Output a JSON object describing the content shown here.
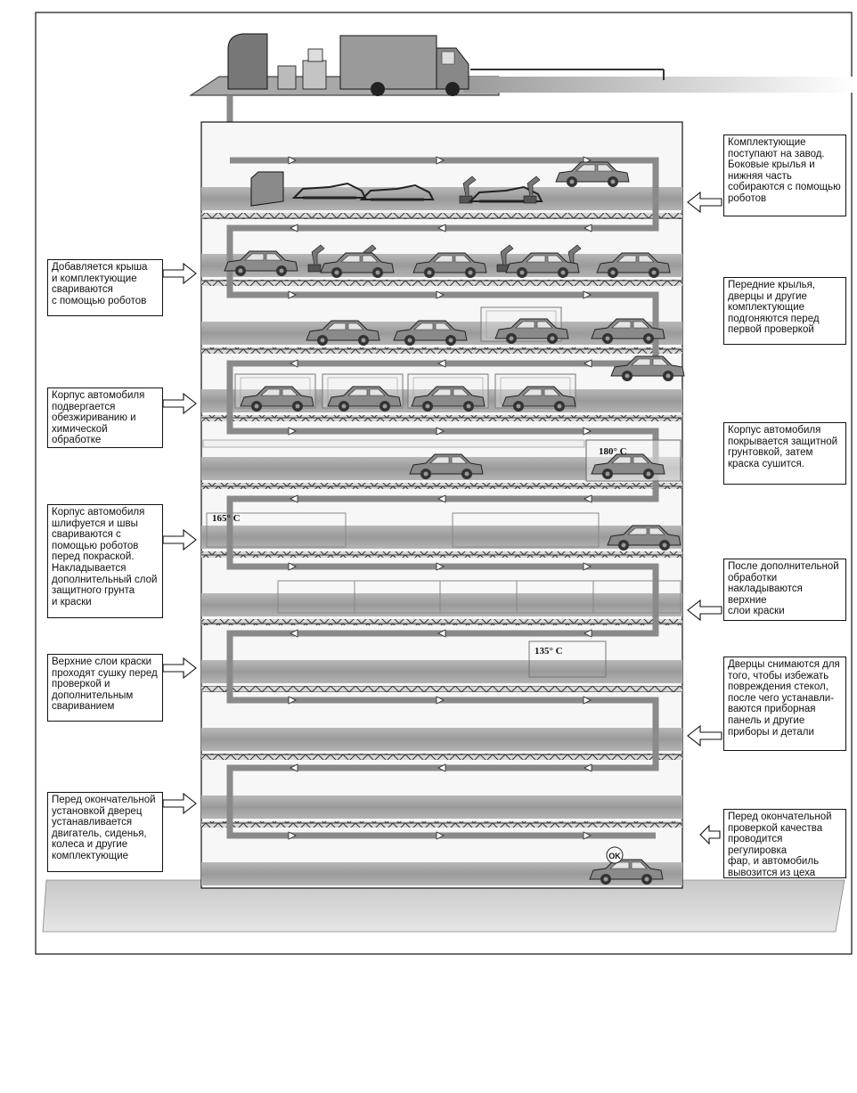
{
  "notes": {
    "right": [
      "Комплектующие\nпоступают на завод.\nБоковые крылья и\nнижняя часть\nсобираются с помощью\nроботов",
      "Передние крылья,\nдверцы и другие\nкомплектующие\nподгоняются перед\nпервой проверкой",
      "Корпус автомобиля\nпокрывается защитной\nгрунтовкой, затем\nкраска сушится.",
      "После дополнительной\nобработки\nнакладываются верхние\nслои краски",
      "Дверцы снимаются для\nтого, чтобы избежать\nповреждения стекол,\nпосле чего устанавли-\nваются приборная\nпанель и другие\nприборы и детали",
      "Перед окончательной\nпроверкой качества\nпроводится регулировка\nфар, и автомобиль\nвывозится из цеха"
    ],
    "left": [
      "Добавляется крыша\nи комплектующие\nсвариваются\nс помощью роботов",
      "Корпус автомобиля\nподвергается\nобезжириванию и\nхимической обработке",
      "Корпус автомобиля\nшлифуется и швы\nсвариваются с\nпомощью роботов\nперед покраской.\nНакладывается\nдополнительный слой\nзащитного грунта\nи краски",
      "Верхние слои краски\nпроходят сушку перед\nпроверкой и\nдополнительным\nсвариванием",
      "Перед окончательной\nустановкой дверец\nустанавливается\nдвигатель, сиденья,\nколеса и другие\nкомплектующие"
    ]
  },
  "oven_labels": [
    "180° C",
    "165° C",
    "135° C"
  ],
  "final_badge": "OK"
}
